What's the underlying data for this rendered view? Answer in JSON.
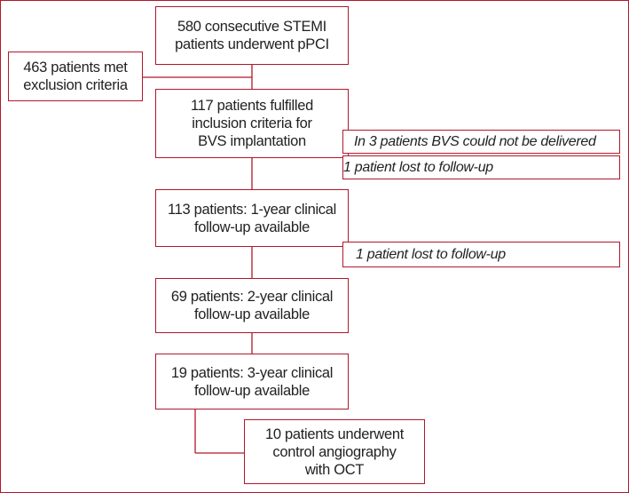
{
  "colors": {
    "border": "#b0182b",
    "text": "#222222",
    "background": "#ffffff"
  },
  "boxes": {
    "consecutive": [
      "580 consecutive STEMI",
      "patients underwent pPCI"
    ],
    "exclusion": [
      "463 patients met",
      "exclusion criteria"
    ],
    "inclusion": [
      "117 patients fulfilled",
      "inclusion criteria for",
      "BVS implantation"
    ],
    "one_year": [
      "113 patients: 1-year clinical",
      "follow-up available"
    ],
    "two_year": [
      "69 patients: 2-year clinical",
      "follow-up available"
    ],
    "three_year": [
      "19 patients: 3-year clinical",
      "follow-up available"
    ],
    "angiography": [
      "10 patients underwent",
      "control angiography",
      "with OCT"
    ]
  },
  "notes": {
    "not_delivered": "In 3 patients BVS could not be delivered",
    "lost_1": "1 patient lost to follow-up",
    "lost_2": "1 patient lost to follow-up"
  }
}
